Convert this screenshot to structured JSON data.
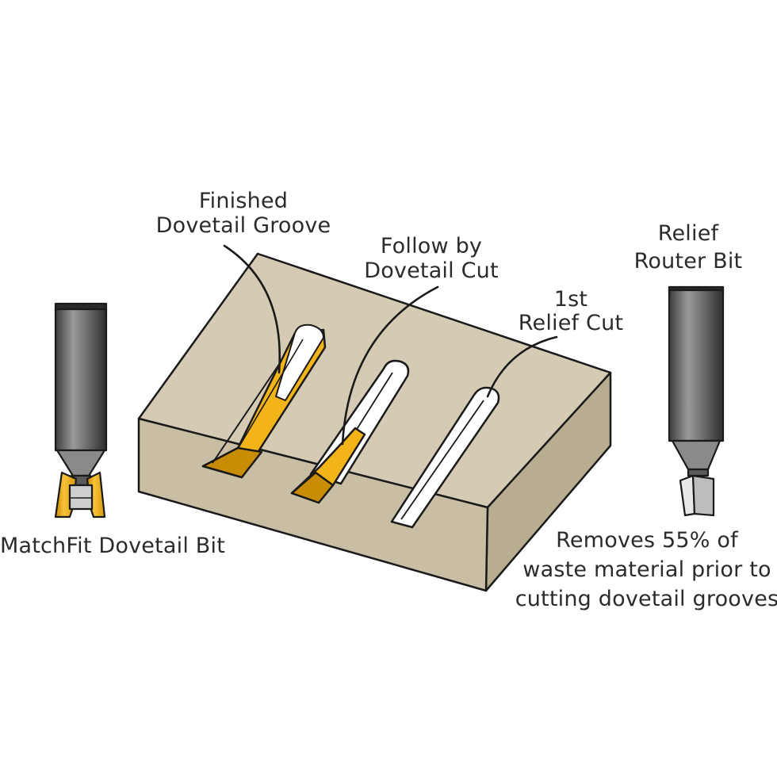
{
  "labels": {
    "finished_line1": "Finished",
    "finished_line2": "Dovetail Groove",
    "follow_line1": "Follow by",
    "follow_line2": "Dovetail Cut",
    "first_line1": "1st",
    "first_line2": "Relief Cut",
    "relief_bit_line1": "Relief",
    "relief_bit_line2": "Router Bit",
    "dovetail_bit": "MatchFit Dovetail Bit",
    "removes_line1": "Removes 55% of",
    "removes_line2": "waste material prior to",
    "removes_line3": "cutting dovetail grooves"
  },
  "colors": {
    "wood_top": "#d5cbb4",
    "wood_front": "#c9bea3",
    "wood_side": "#b9ad91",
    "groove_yellow": "#f2b418",
    "groove_yellow_dark": "#c98d05",
    "shank_gray": "#6b6b6b",
    "outline": "#1a1a1a"
  },
  "icons": [
    "dovetail-router-bit-icon",
    "relief-router-bit-icon",
    "wood-block-icon"
  ]
}
